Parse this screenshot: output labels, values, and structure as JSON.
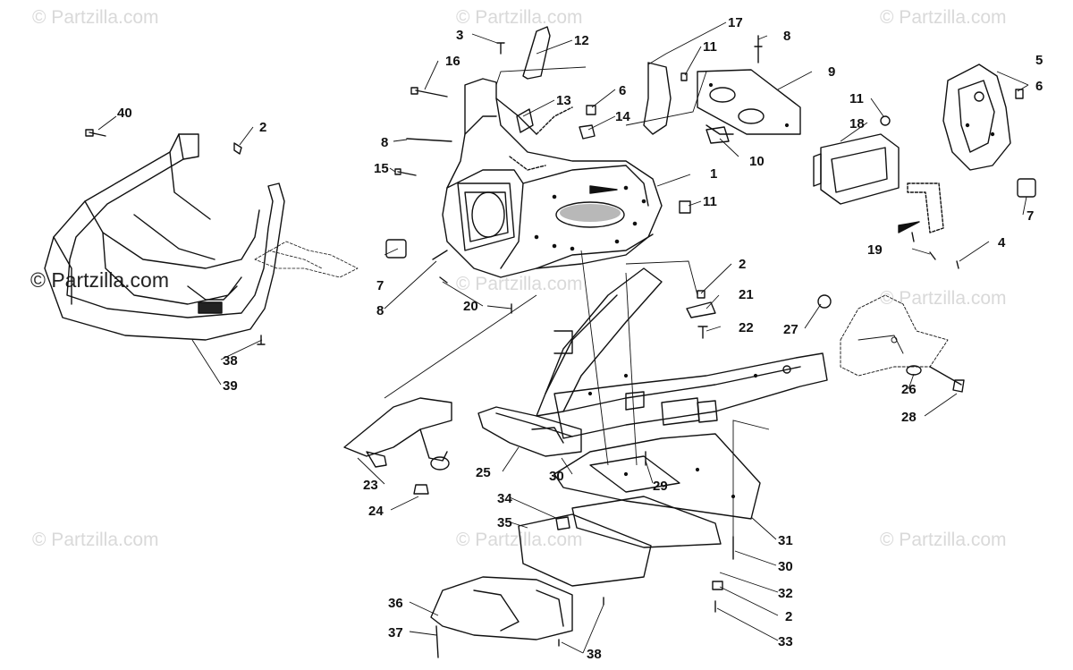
{
  "watermark": {
    "text": "© Partzilla.com",
    "main": "© Partzilla.com"
  },
  "callouts": [
    {
      "id": "c40",
      "label": "40"
    },
    {
      "id": "c2a",
      "label": "2"
    },
    {
      "id": "c38a",
      "label": "38"
    },
    {
      "id": "c39",
      "label": "39"
    },
    {
      "id": "c3",
      "label": "3"
    },
    {
      "id": "c12",
      "label": "12"
    },
    {
      "id": "c16",
      "label": "16"
    },
    {
      "id": "c13",
      "label": "13"
    },
    {
      "id": "c6a",
      "label": "6"
    },
    {
      "id": "c14",
      "label": "14"
    },
    {
      "id": "c8a",
      "label": "8"
    },
    {
      "id": "c15",
      "label": "15"
    },
    {
      "id": "c7a",
      "label": "7"
    },
    {
      "id": "c8b",
      "label": "8"
    },
    {
      "id": "c20",
      "label": "20"
    },
    {
      "id": "c17",
      "label": "17"
    },
    {
      "id": "c11a",
      "label": "11"
    },
    {
      "id": "c8c",
      "label": "8"
    },
    {
      "id": "c9",
      "label": "9"
    },
    {
      "id": "c10",
      "label": "10"
    },
    {
      "id": "c1",
      "label": "1"
    },
    {
      "id": "c11b",
      "label": "11"
    },
    {
      "id": "c2b",
      "label": "2"
    },
    {
      "id": "c21",
      "label": "21"
    },
    {
      "id": "c22",
      "label": "22"
    },
    {
      "id": "c11c",
      "label": "11"
    },
    {
      "id": "c18",
      "label": "18"
    },
    {
      "id": "c5",
      "label": "5"
    },
    {
      "id": "c6b",
      "label": "6"
    },
    {
      "id": "c7b",
      "label": "7"
    },
    {
      "id": "c19",
      "label": "19"
    },
    {
      "id": "c4",
      "label": "4"
    },
    {
      "id": "c27",
      "label": "27"
    },
    {
      "id": "c26",
      "label": "26"
    },
    {
      "id": "c28",
      "label": "28"
    },
    {
      "id": "c23",
      "label": "23"
    },
    {
      "id": "c24",
      "label": "24"
    },
    {
      "id": "c25",
      "label": "25"
    },
    {
      "id": "c30a",
      "label": "30"
    },
    {
      "id": "c29",
      "label": "29"
    },
    {
      "id": "c34",
      "label": "34"
    },
    {
      "id": "c35",
      "label": "35"
    },
    {
      "id": "c31",
      "label": "31"
    },
    {
      "id": "c30b",
      "label": "30"
    },
    {
      "id": "c32",
      "label": "32"
    },
    {
      "id": "c2c",
      "label": "2"
    },
    {
      "id": "c36",
      "label": "36"
    },
    {
      "id": "c37",
      "label": "37"
    },
    {
      "id": "c38b",
      "label": "38"
    },
    {
      "id": "c33",
      "label": "33"
    }
  ]
}
